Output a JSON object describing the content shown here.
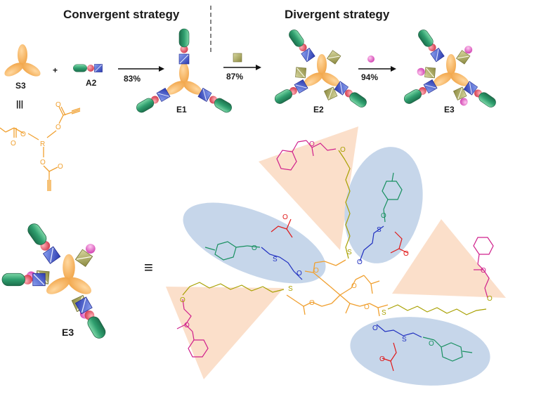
{
  "headers": {
    "convergent": "Convergent  strategy",
    "divergent": "Divergent  strategy"
  },
  "labels": {
    "s3": "S3",
    "a2": "A2",
    "e1": "E1",
    "e2": "E2",
    "e3_top": "E3",
    "e3_bottom": "E3"
  },
  "symbols": {
    "plus": "+",
    "equiv_small": "|||",
    "equiv_big": "≡"
  },
  "yields": {
    "step1": "83%",
    "step2": "87%",
    "step3": "94%"
  },
  "atoms": {
    "r": "R",
    "o": "O",
    "s": "S"
  },
  "colors": {
    "core_orange": "#f0a030",
    "linker_olive": "#a8a000",
    "alkene_magenta": "#d0208c",
    "tolyl_green": "#189060",
    "thioether_blue": "#2030c0",
    "ester_red": "#e01818",
    "triangle_fill": "#fbdcc4",
    "ellipse_fill": "#c6d6ea",
    "green_block": "#30a070",
    "blue_square": "#4050c8",
    "red_ball": "#e05060",
    "pink_ball": "#e060c0",
    "olive_square": "#b4b060"
  }
}
